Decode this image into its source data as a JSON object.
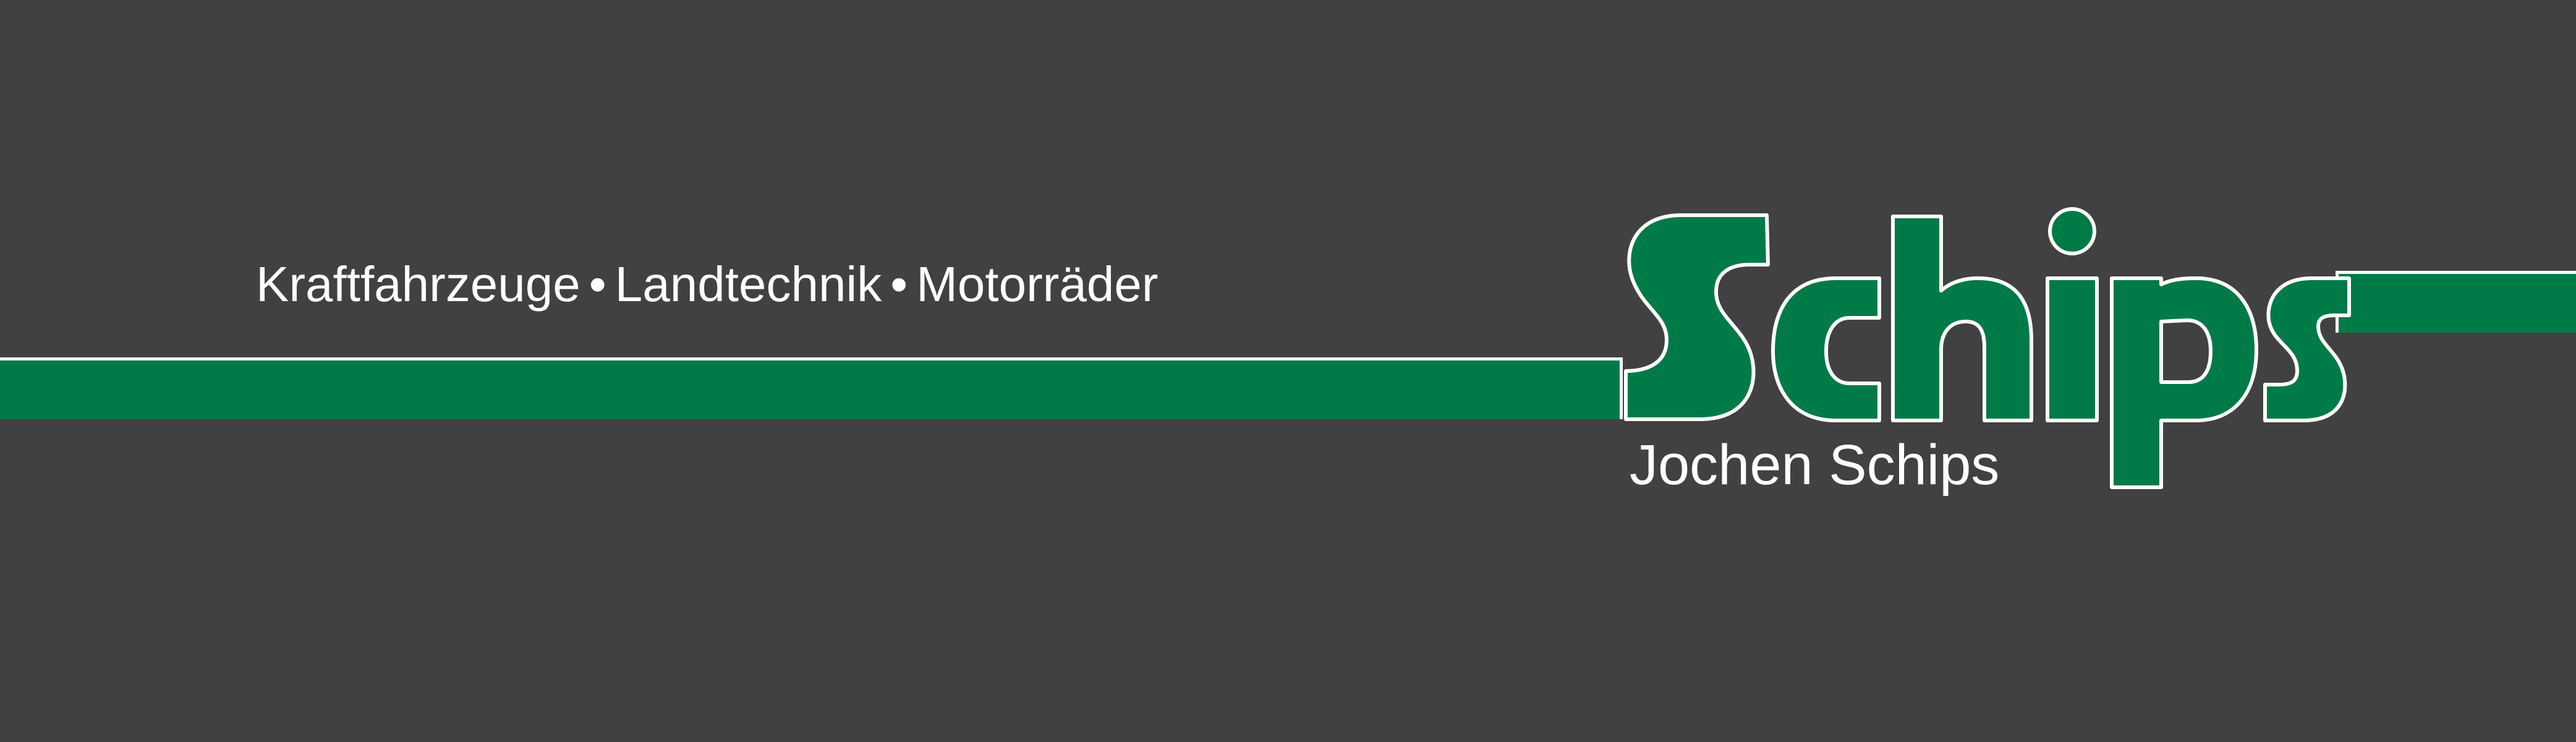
{
  "tagline": {
    "item_1": "Kraftfahrzeuge",
    "separator_1": "•",
    "item_2": "Landtechnik",
    "separator_2": "•",
    "item_3": "Motorräder"
  },
  "logo": {
    "wordmark": "Schips"
  },
  "owner_name": "Jochen Schips",
  "colors": {
    "background": "#414141",
    "brand_green": "#007a47",
    "outline": "#ffffff",
    "text": "#ffffff"
  }
}
